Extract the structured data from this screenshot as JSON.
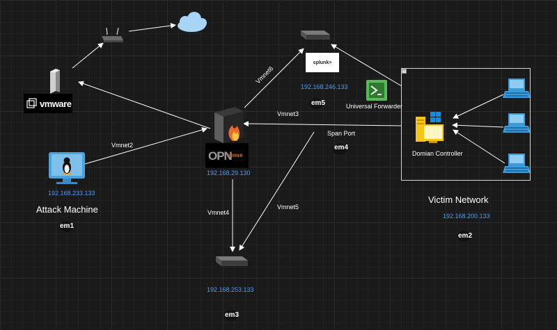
{
  "nodes": {
    "vmware": {
      "label": "vmware"
    },
    "splunk": {
      "label": "splunk>"
    },
    "em5": {
      "ip": "192.168.246.133",
      "name": "em5"
    },
    "forwarder": {
      "label": "Universal Forwarder"
    },
    "span": {
      "label": "Span Port",
      "name": "em4"
    },
    "opnsense": {
      "label_opn": "OPN",
      "label_sense": "sense",
      "ip": "192.168.29.130"
    },
    "attack": {
      "ip": "192.168.233.133",
      "title": "Attack Machine",
      "name": "em1"
    },
    "dc": {
      "label": "Domian Controller"
    },
    "victim": {
      "title": "Victim Network",
      "ip": "192.168.200.133",
      "name": "em2"
    },
    "em3": {
      "ip": "192.168.253.133",
      "name": "em3"
    }
  },
  "edges": {
    "vmnet2": "Vmnet2",
    "vmnet3": "Vmnet3",
    "vmnet4": "Vmnet4",
    "vmnet5": "Vmnet5",
    "vmnet6": "Vmnet6"
  },
  "colors": {
    "background": "#1a1a1a",
    "ip_text": "#4a9eff",
    "line": "#ffffff",
    "victim_border": "#d8d8d8",
    "icon_blue": "#3d9ad9",
    "forwarder_green": "#5cb85c",
    "flame_orange": "#e86a2c"
  }
}
